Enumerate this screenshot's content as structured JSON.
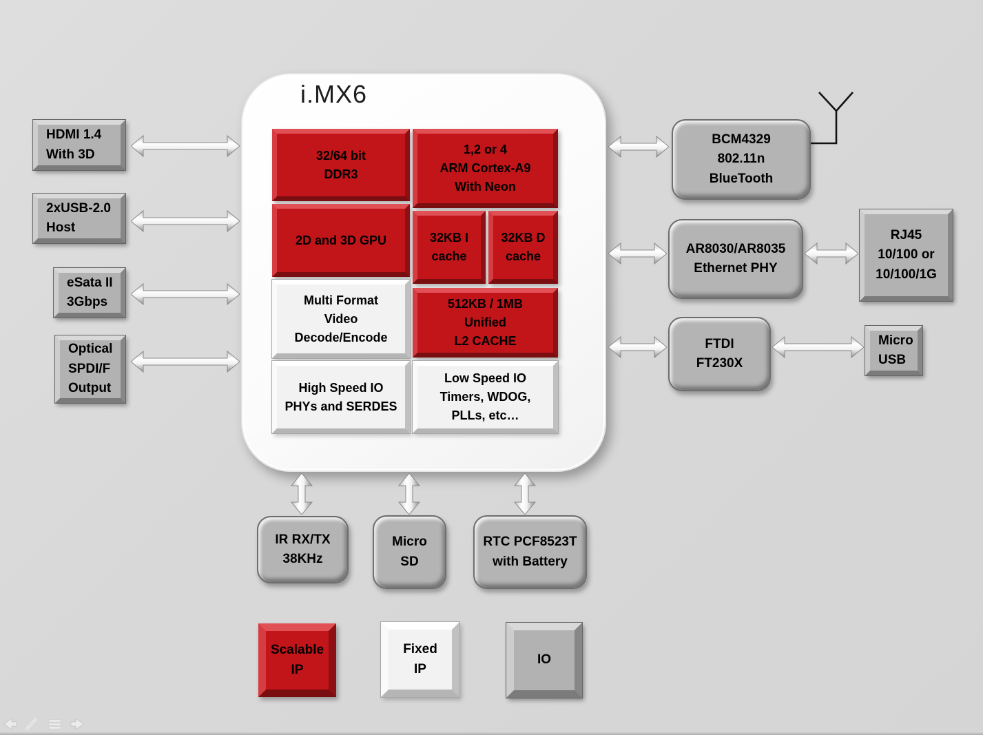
{
  "chip": {
    "title": "i.MX6",
    "blocks": [
      {
        "name": "ddr3",
        "type": "scalable",
        "label": "32/64 bit\nDDR3"
      },
      {
        "name": "arm-cortex-a9",
        "type": "scalable",
        "label": "1,2 or 4\nARM Cortex-A9\nWith Neon"
      },
      {
        "name": "gpu",
        "type": "scalable",
        "label": "2D and 3D GPU"
      },
      {
        "name": "i-cache",
        "type": "scalable",
        "label": "32KB I\ncache"
      },
      {
        "name": "d-cache",
        "type": "scalable",
        "label": "32KB D\ncache"
      },
      {
        "name": "video-codec",
        "type": "fixed",
        "label": "Multi Format\nVideo\nDecode/Encode"
      },
      {
        "name": "l2-cache",
        "type": "scalable",
        "label": "512KB / 1MB\nUnified\nL2 CACHE"
      },
      {
        "name": "high-speed-io",
        "type": "fixed",
        "label": "High Speed IO\nPHYs and SERDES"
      },
      {
        "name": "low-speed-io",
        "type": "fixed",
        "label": "Low Speed IO\nTimers, WDOG,\nPLLs, etc…"
      }
    ]
  },
  "peripherals": {
    "left": [
      {
        "name": "hdmi",
        "label": "HDMI 1.4\nWith 3D"
      },
      {
        "name": "usb-host",
        "label": "2xUSB-2.0\nHost"
      },
      {
        "name": "esata",
        "label": "eSata II\n3Gbps"
      },
      {
        "name": "spdif-out",
        "label": "Optical\nSPDI/F\nOutput"
      }
    ],
    "right": [
      {
        "name": "wifi-bluetooth",
        "label": "BCM4329\n802.11n\nBlueTooth"
      },
      {
        "name": "ethernet-phy",
        "label": "AR8030/AR8035\nEthernet PHY"
      },
      {
        "name": "rj45",
        "label": "RJ45\n10/100 or\n10/100/1G"
      },
      {
        "name": "ftdi",
        "label": "FTDI\nFT230X"
      },
      {
        "name": "micro-usb",
        "label": "Micro\nUSB"
      }
    ],
    "bottom": [
      {
        "name": "ir-rx-tx",
        "label": "IR RX/TX\n38KHz"
      },
      {
        "name": "micro-sd",
        "label": "Micro\nSD"
      },
      {
        "name": "rtc",
        "label": "RTC PCF8523T\nwith Battery"
      }
    ]
  },
  "legend": [
    {
      "name": "scalable-ip",
      "type": "scalable",
      "label": "Scalable\nIP"
    },
    {
      "name": "fixed-ip",
      "type": "fixed",
      "label": "Fixed\nIP"
    },
    {
      "name": "io",
      "type": "io",
      "label": "IO"
    }
  ],
  "colors": {
    "scalable_ip": "#c2151a",
    "fixed_ip": "#f2f2f2",
    "io_block": "#b2b2b2",
    "chip_body": "#ffffff",
    "background": "#d8d8d8"
  },
  "presenter_controls": {
    "icons": [
      "back-arrow-icon",
      "pen-icon",
      "menu-icon",
      "forward-arrow-icon"
    ]
  }
}
